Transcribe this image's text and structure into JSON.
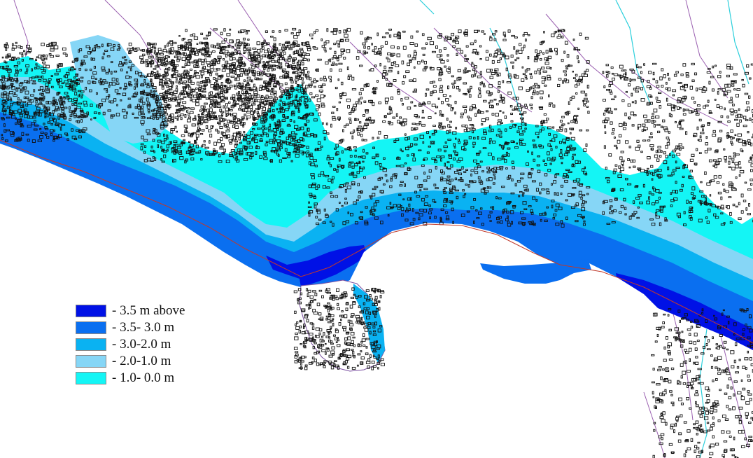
{
  "map": {
    "zone_colors": {
      "band_5": "#0011e6",
      "band_4": "#0a6ff0",
      "band_3": "#0ab2f2",
      "band_2": "#86d6f6",
      "band_1": "#14f5f5"
    },
    "coastline_color": "#c0392b",
    "road_color": "#9a5fb0",
    "river_color": "#2ccfdc",
    "building_color": "#111111"
  },
  "legend": {
    "items": [
      {
        "label": "- 3.5 m above",
        "color": "#0011e6"
      },
      {
        "label": "- 3.5- 3.0 m",
        "color": "#0a6ff0"
      },
      {
        "label": "- 3.0-2.0 m",
        "color": "#0ab2f2"
      },
      {
        "label": "- 2.0-1.0 m",
        "color": "#86d6f6"
      },
      {
        "label": "- 1.0- 0.0 m",
        "color": "#14f5f5"
      }
    ]
  }
}
